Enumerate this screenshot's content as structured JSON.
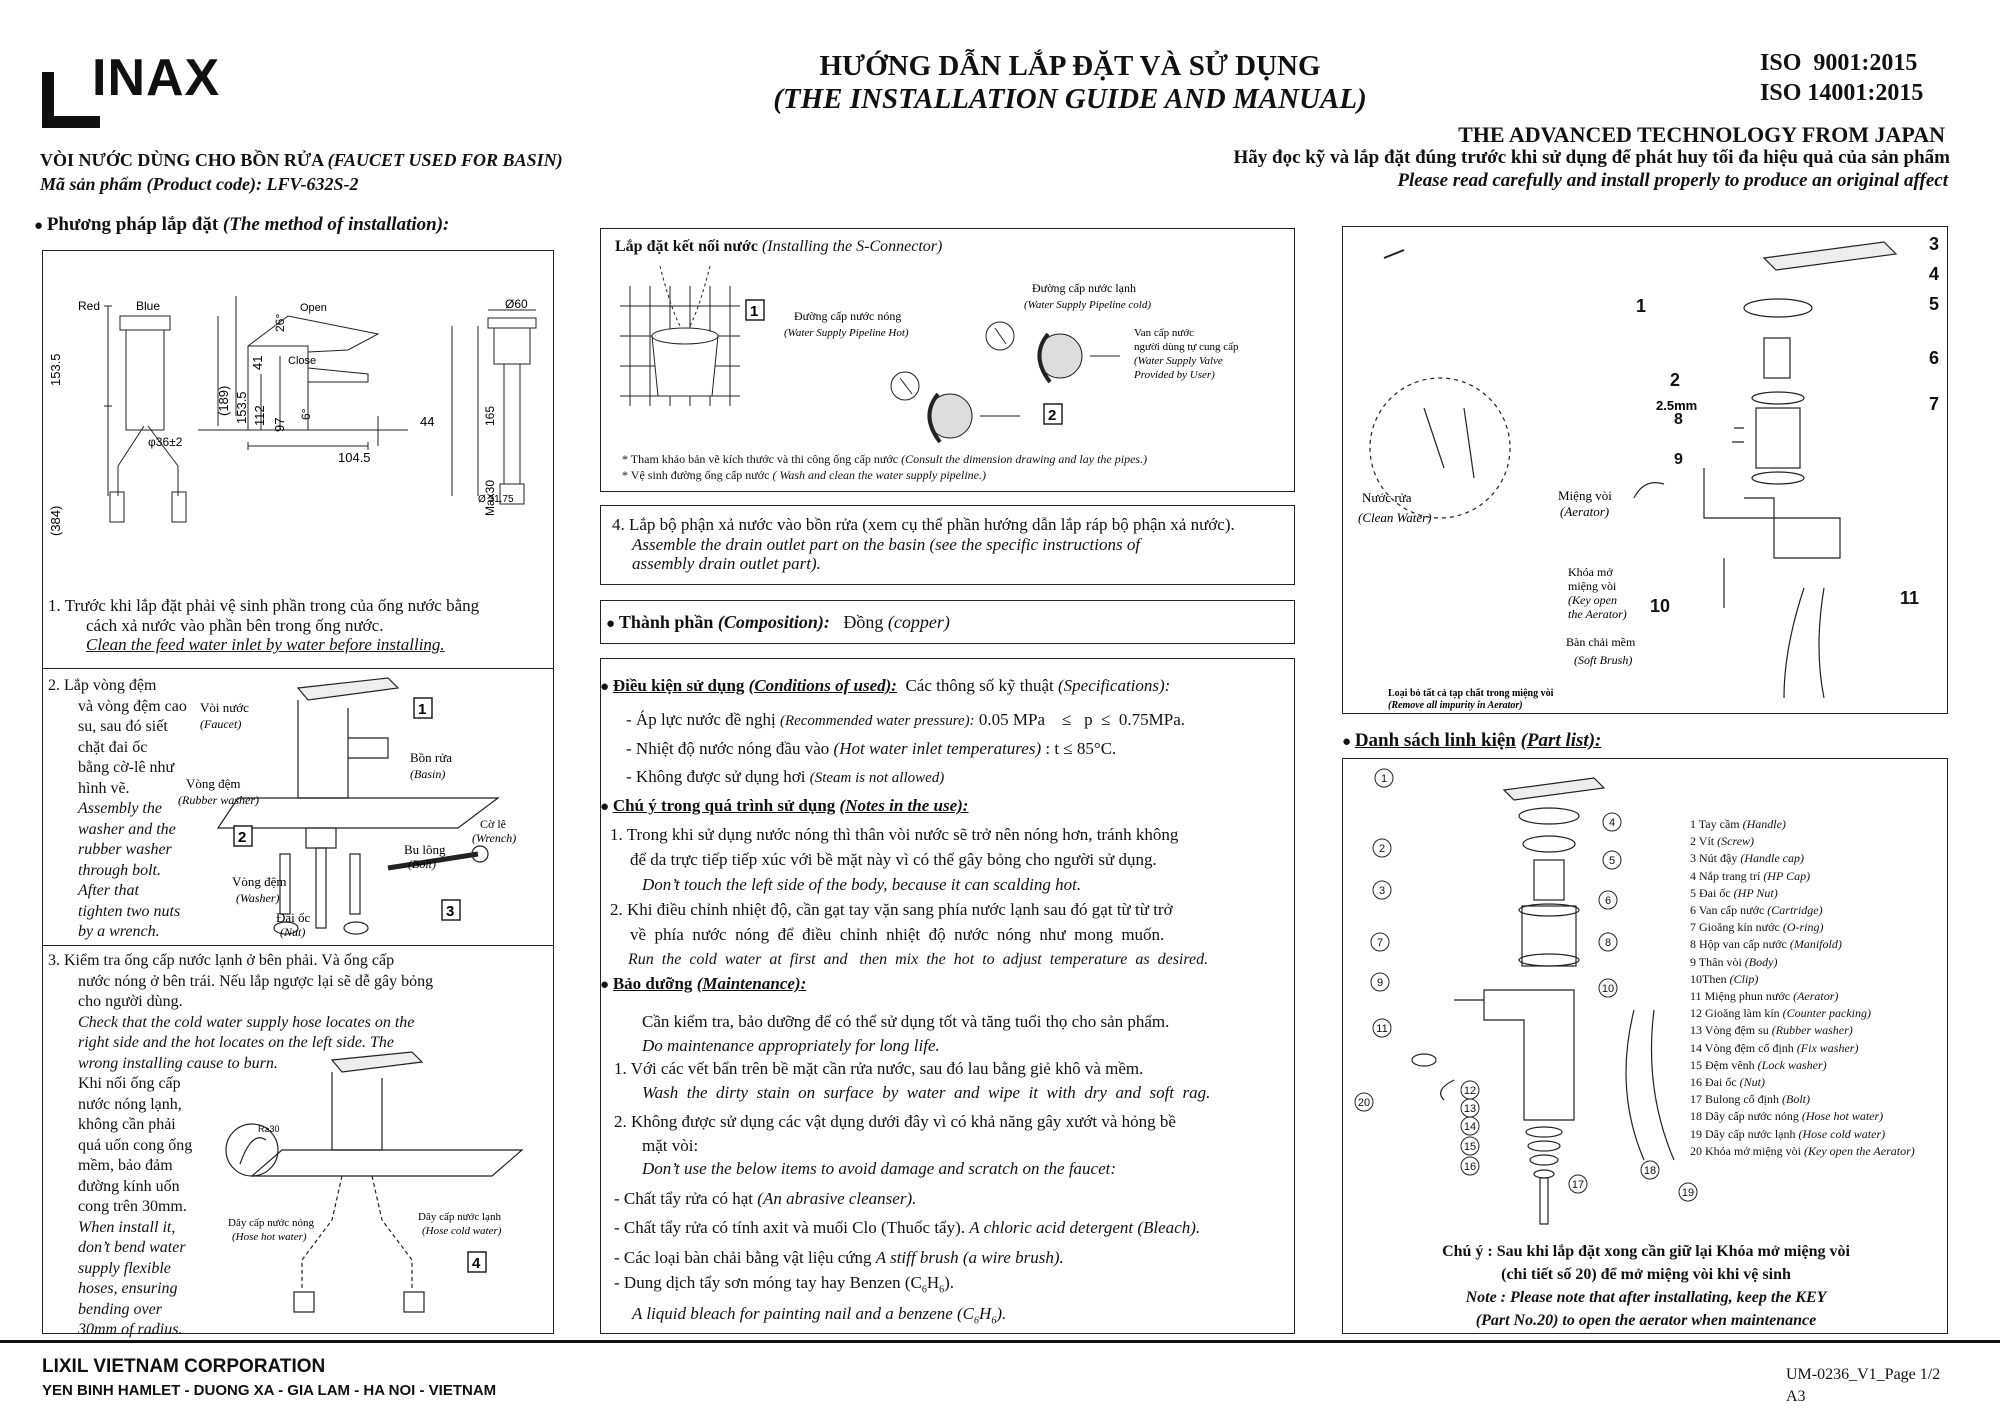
{
  "header": {
    "brand": "INAX",
    "title_vi": "HƯỚNG DẪN LẮP ĐẶT VÀ SỬ DỤNG",
    "title_en": "(THE INSTALLATION GUIDE AND MANUAL)",
    "iso1": "ISO  9001:2015",
    "iso2": "ISO 14001:2015",
    "tagline": "THE ADVANCED TECHNOLOGY FROM JAPAN",
    "note_vi": "Hãy đọc kỹ và lắp đặt đúng trước khi sử dụng để phát huy tối đa hiệu quả của sản phẩm",
    "note_en": "Please read carefully and install properly to produce an original affect",
    "product_vi": "VÒI NƯỚC DÙNG CHO BỒN RỬA",
    "product_en": "(FAUCET USED FOR BASIN)",
    "code_label": "Mã sản phẩm (Product code):",
    "code": "LFV-632S-2"
  },
  "install": {
    "heading_vi": "Phương pháp lắp đặt",
    "heading_en": "(The method of installation):",
    "dims": {
      "red": "Red",
      "blue": "Blue",
      "open": "Open",
      "close": "Close",
      "d153": "153.5",
      "d384": "(384)",
      "d36": "φ36±2",
      "d189": "(189)",
      "d1535b": "153.5",
      "d112": "112",
      "d97": "97",
      "d41": "41",
      "d26": "26°",
      "d6": "6°",
      "d1045": "104.5",
      "d44": "44",
      "d60": "Ø60",
      "d165": "165",
      "dmax": "Max30",
      "d3175": "Ø 31.75"
    },
    "step1_vi_a": "1.   Trước khi lắp đặt phải vệ sinh phần trong của ống nước bằng",
    "step1_vi_b": "cách xả nước vào phần bên trong ống nước.",
    "step1_en": "Clean the feed water inlet by water before installing.",
    "step2_lines_vi": [
      "2.   Lắp vòng đệm",
      "và vòng đệm cao",
      "su, sau đó siết",
      "chặt đai ốc",
      "bằng cờ-lê như",
      "hình vẽ."
    ],
    "step2_lines_en": [
      "Assembly the",
      "washer and the",
      "rubber washer",
      "through bolt.",
      "After that",
      "tighten two nuts",
      "by a  wrench."
    ],
    "step2_labels": {
      "faucet_vi": "Vòi nước",
      "faucet_en": "(Faucet)",
      "basin_vi": "Bồn rửa",
      "basin_en": "(Basin)",
      "rubber_vi": "Vòng đệm",
      "rubber_en": "(Rubber washer)",
      "wrench_vi": "Cờ lê",
      "wrench_en": "(Wrench)",
      "bolt_vi": "Bu lông",
      "bolt_en": "(Bolt)",
      "washer_vi": "Vòng đệm",
      "washer_en": "(Washer)",
      "nut_vi": "Đai ốc",
      "nut_en": "(Nut)",
      "n1": "1",
      "n2": "2",
      "n3": "3"
    },
    "step3_lines_vi": [
      "3.   Kiểm tra ống cấp nước lạnh ở bên phải. Và ống cấp",
      "nước nóng ở bên trái. Nếu lắp ngược lại sẽ dễ gây bỏng",
      "cho người dùng."
    ],
    "step3_lines_en": [
      "Check that the cold water supply hose locates on the",
      "right side and the hot locates on the left side. The",
      "wrong installing cause to burn."
    ],
    "step3b_lines_vi": [
      "Khi nối ống cấp",
      "nước nóng lạnh,",
      "không cần phải",
      "quá uốn cong ống",
      "mềm, bảo đảm",
      "đường kính uốn",
      "cong trên 30mm."
    ],
    "step3b_lines_en": [
      "When install it,",
      "don’t bend water",
      "supply flexible",
      "hoses, ensuring",
      "bending over",
      "30mm of  radius."
    ],
    "step3_labels": {
      "r30": "R≥30",
      "hot_vi": "Dây cấp nước nóng",
      "hot_en": "(Hose hot water)",
      "cold_vi": "Dây cấp nước lạnh",
      "cold_en": "(Hose cold water)",
      "n4": "4"
    }
  },
  "connector": {
    "title_vi": "Lắp đặt kết nối nước",
    "title_en": "(Installing the S-Connector)",
    "n1": "1",
    "n2": "2",
    "hot_vi": "Đường cấp nước nóng",
    "hot_en": "(Water Supply Pipeline Hot)",
    "cold_vi": "Đường cấp nước lạnh",
    "cold_en": "(Water Supply Pipeline cold)",
    "valve_lines": [
      "Van cấp nước",
      "người dùng tự cung cấp",
      "(Water Supply Valve",
      "Provided by User)"
    ],
    "note1_vi": "* Tham khảo bản vẽ kích thước và thi công ống cấp nước",
    "note1_en": "(Consult the dimension drawing and lay the pipes.)",
    "note2_vi": "* Vệ sinh đường ống cấp nước",
    "note2_en": "( Wash and clean the water supply pipeline.)"
  },
  "step4": {
    "vi": "4.  Lắp bộ phận xả nước vào bồn rửa (xem cụ thể phần hướng dẫn lắp ráp bộ phận xả nước).",
    "en1": "Assemble the drain outlet part on the basin (see the specific instructions of",
    "en2": "assembly drain outlet part)."
  },
  "composition": {
    "label_vi": "Thành phần",
    "label_en": "(Composition):",
    "value_vi": "Đồng",
    "value_en": "(copper)"
  },
  "conditions": {
    "label_vi": "Điều kiện sử dụng",
    "label_en": "(Conditions of used):",
    "spec_vi": "Các thông số kỹ thuật",
    "spec_en": "(Specifications):",
    "p_vi": "- Áp lực nước đề nghị",
    "p_en": "(Recommended water pressure):",
    "p_val": "0.05 MPa    ≤   p  ≤  0.75MPa.",
    "t_vi": "- Nhiệt độ nước nóng đầu vào",
    "t_en": "(Hot water inlet temperatures)",
    "t_val": ": t  ≤  85°C.",
    "steam_vi": "- Không được sử dụng hơi",
    "steam_en": "(Steam is not allowed)"
  },
  "notes": {
    "label_vi": "Chú ý trong quá trình sử dụng",
    "label_en": "(Notes in the use):",
    "n1_vi_a": "1.  Trong khi sử dụng nước nóng thì thân vòi nước sẽ trở nên nóng hơn, tránh không",
    "n1_vi_b": "để da trực tiếp tiếp xúc với bề mặt này vì có thể gây bỏng cho người sử dụng.",
    "n1_en": "Don’t touch the left side of the body, because it can scalding hot.",
    "n2_vi_a": "2.  Khi điều chỉnh nhiệt độ, cần gạt tay vặn sang phía nước lạnh sau đó gạt từ từ trở",
    "n2_vi_b": "về  phía  nước  nóng  để  điều  chỉnh  nhiệt  độ  nước  nóng  như  mong  muốn.",
    "n2_en": "Run  the  cold  water  at  first  and   then  mix  the  hot  to  adjust  temperature  as  desired."
  },
  "maintenance": {
    "label_vi": "Bảo dưỡng",
    "label_en": "(Maintenance):",
    "intro_vi": "Cần kiểm tra, bảo dưỡng để có thể sử dụng tốt và tăng tuổi thọ cho sản phẩm.",
    "intro_en": "Do maintenance appropriately for long life.",
    "m1_vi": "1.  Với các vết bẩn trên bề mặt cần rửa nước, sau đó lau bằng giẻ khô và mềm.",
    "m1_en": "Wash  the  dirty  stain  on  surface  by  water  and  wipe  it  with  dry  and  soft  rag.",
    "m2_vi_a": "2.   Không được sử dụng các vật dụng dưới đây vì có khả năng gây xướt và hỏng bề",
    "m2_vi_b": "mặt vòi:",
    "m2_en": "Don’t use the below items to avoid  damage and scratch on the faucet:",
    "i1_vi": "- Chất tẩy rửa có hạt",
    "i1_en": "(An abrasive cleanser).",
    "i2_vi": "- Chất tẩy rửa có tính axit và muối Clo (Thuốc tẩy).",
    "i2_en": "A chloric acid detergent (Bleach).",
    "i3_vi": "- Các loại bàn chải bằng vật liệu cứng",
    "i3_en": "A  stiff  brush (a wire brush).",
    "i4_vi": "- Dung dịch tẩy sơn móng tay hay Benzen (C",
    "i4_sub": "6",
    "i4_vi_end": "H",
    "i4_vi_end2": ").",
    "i4_en": "A liquid  bleach for painting nail and a benzene (C",
    "i4_en_end": "H",
    "i4_en_end2": ")."
  },
  "disassembly": {
    "nums": [
      "1",
      "2",
      "3",
      "4",
      "5",
      "6",
      "7",
      "8",
      "9",
      "10",
      "11"
    ],
    "hex": "2.5mm",
    "clean_vi": "Nước rửa",
    "clean_en": "(Clean Water)",
    "aerator_vi": "Miệng vòi",
    "aerator_en": "(Aerator)",
    "key_lines": [
      "Khóa mở",
      "miệng vòi",
      "(Key open",
      "the Aerator)"
    ],
    "brush_vi": "Bàn chải mềm",
    "brush_en": "(Soft Brush)",
    "impurity_vi": "Loại bỏ tất cả tạp chất trong miệng vòi",
    "impurity_en": "(Remove all impurity in Aerator)"
  },
  "parts": {
    "heading_vi": "Danh sách linh kiện",
    "heading_en": "(Part list):",
    "callouts": [
      "1",
      "2",
      "3",
      "4",
      "5",
      "6",
      "7",
      "8",
      "9",
      "10",
      "11",
      "12",
      "13",
      "14",
      "15",
      "16",
      "17",
      "18",
      "19",
      "20"
    ],
    "items": [
      {
        "n": "1",
        "vi": "Tay cầm",
        "en": "(Handle)"
      },
      {
        "n": "2",
        "vi": "Vít",
        "en": "(Screw)"
      },
      {
        "n": "3",
        "vi": "Nút đậy",
        "en": "(Handle cap)"
      },
      {
        "n": "4",
        "vi": "Nắp trang trí",
        "en": "(HP Cap)"
      },
      {
        "n": "5",
        "vi": "Đai ốc",
        "en": "(HP Nut)"
      },
      {
        "n": "6",
        "vi": "Van cấp nước",
        "en": "(Cartridge)"
      },
      {
        "n": "7",
        "vi": "Gioăng kín nước",
        "en": "(O-ring)"
      },
      {
        "n": "8",
        "vi": "Hộp van cấp nước",
        "en": "(Manifold)"
      },
      {
        "n": "9",
        "vi": "Thân vòi",
        "en": "(Body)"
      },
      {
        "n": "10",
        "vi": "Then",
        "en": "(Clip)"
      },
      {
        "n": "11",
        "vi": "Miệng phun nước",
        "en": "(Aerator)"
      },
      {
        "n": "12",
        "vi": "Gioăng làm kín",
        "en": "(Counter packing)"
      },
      {
        "n": "13",
        "vi": "Vòng đệm su",
        "en": "(Rubber washer)"
      },
      {
        "n": "14",
        "vi": "Vòng đệm cố định",
        "en": "(Fix washer)"
      },
      {
        "n": "15",
        "vi": "Đệm vênh",
        "en": "(Lock washer)"
      },
      {
        "n": "16",
        "vi": "Đai ốc",
        "en": "(Nut)"
      },
      {
        "n": "17",
        "vi": "Bulong cố định",
        "en": "(Bolt)"
      },
      {
        "n": "18",
        "vi": "Dây cấp nước nóng",
        "en": "(Hose hot water)"
      },
      {
        "n": "19",
        "vi": "Dây cấp nước lạnh",
        "en": "(Hose cold water)"
      },
      {
        "n": "20",
        "vi": "Khóa mở miệng vòi",
        "en": "(Key open the Aerator)"
      }
    ],
    "note_vi_a": "Chú ý : Sau khi lắp đặt xong cần giữ lại Khóa mở miệng vòi",
    "note_vi_b": "(chi tiết số 20) để mở miệng vòi khi vệ sinh",
    "note_en_a": "Note : Please note that after installating, keep the KEY",
    "note_en_b": "(Part No.20) to open the aerator when maintenance"
  },
  "footer": {
    "company": "LIXIL VIETNAM CORPORATION",
    "address": "YEN BINH HAMLET - DUONG XA - GIA LAM - HA NOI - VIETNAM",
    "doc": "UM-0236_V1_Page 1/2",
    "size": "A3"
  }
}
